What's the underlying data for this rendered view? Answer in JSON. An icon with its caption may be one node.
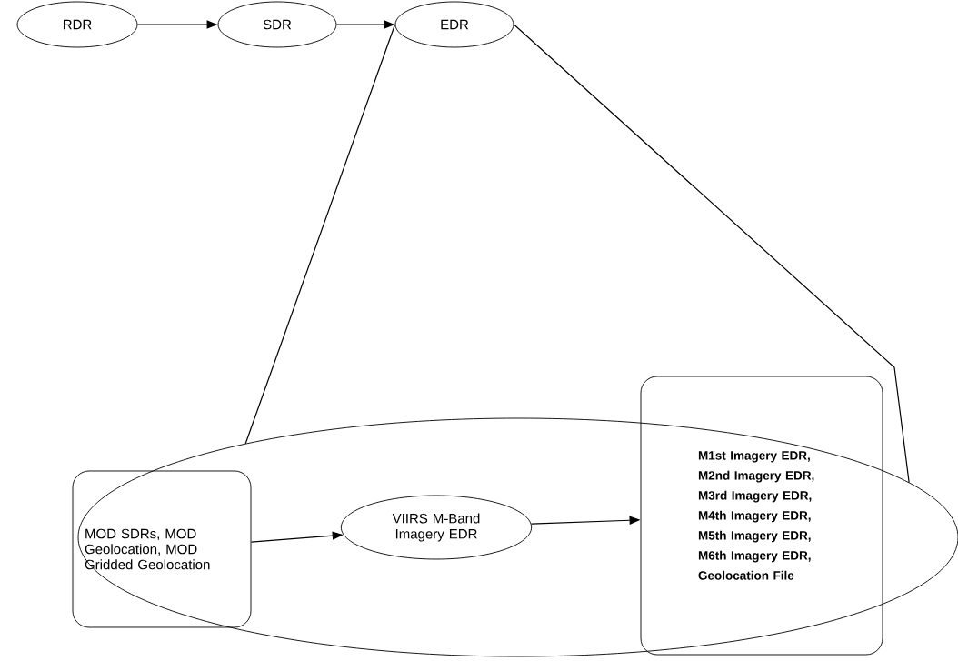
{
  "diagram": {
    "nodes": [
      {
        "text": [
          "RDR"
        ]
      },
      {
        "text": [
          "SDR"
        ]
      },
      {
        "text": [
          "EDR"
        ]
      },
      {
        "text": [],
        "shape": "ellipse"
      },
      {
        "text": [
          "MOD SDRs, MOD Geolocation, MOD Gridded Geolocation"
        ],
        "in": 3
      },
      {
        "text": [
          "VIIRS M-Band Imagery EDR"
        ],
        "in": 3
      },
      {
        "text": [
          "M1st Imagery EDR, M2nd Imagery EDR, M3rd Imagery EDR, M4th Imagery EDR, M5th Imagery EDR, M6th Imagery EDR, Geolocation File"
        ],
        "in": 3
      }
    ],
    "edges": [
      {
        "from": 0,
        "to": 1,
        "arrow": "to"
      },
      {
        "from": 1,
        "to": 2,
        "arrow": "to"
      },
      {
        "from": 2,
        "to": 3,
        "arrow": "none"
      },
      {
        "from": 2,
        "to": 3,
        "arrow": "none"
      },
      {
        "from": 4,
        "to": 5,
        "arrow": "to"
      },
      {
        "from": 5,
        "to": 6,
        "arrow": "to"
      }
    ]
  }
}
